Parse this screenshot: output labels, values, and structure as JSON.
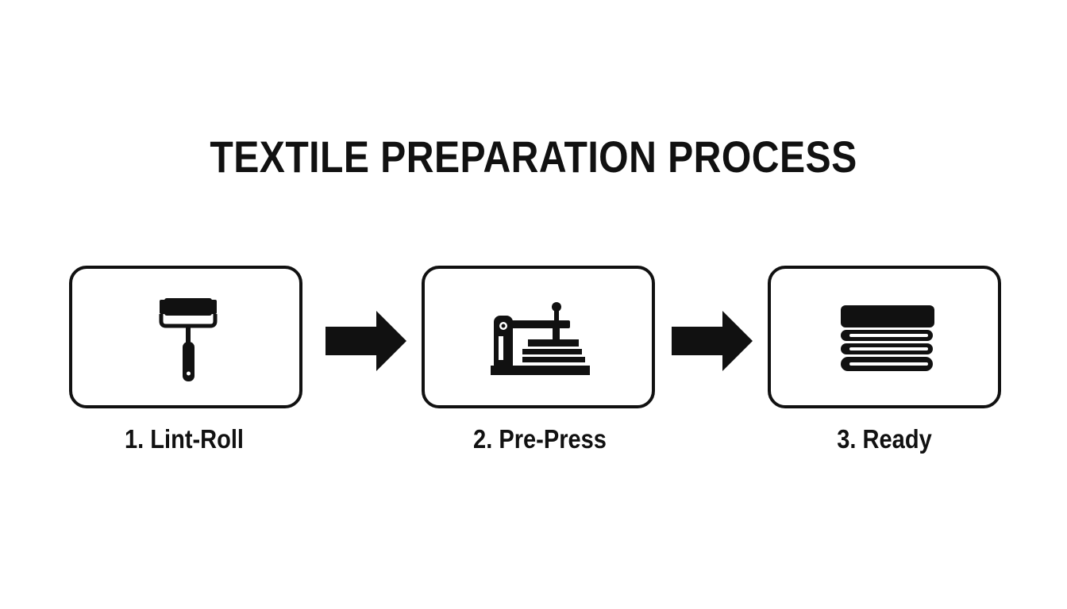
{
  "title": "TEXTILE PREPARATION PROCESS",
  "steps": [
    {
      "label": "1. Lint-Roll",
      "icon": "lint-roller-icon"
    },
    {
      "label": "2. Pre-Press",
      "icon": "heat-press-icon"
    },
    {
      "label": "3. Ready",
      "icon": "folded-stack-icon"
    }
  ],
  "colors": {
    "ink": "#111111",
    "background": "#ffffff"
  }
}
